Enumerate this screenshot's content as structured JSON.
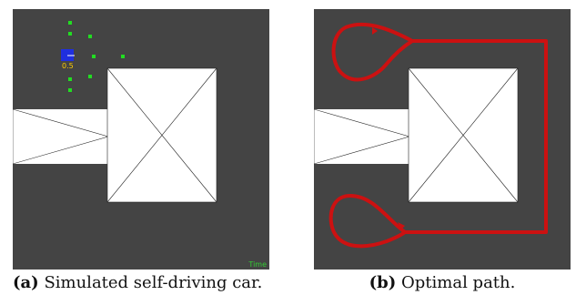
{
  "figure": {
    "panels": [
      {
        "id": "a",
        "caption_tag": "(a)",
        "caption_text": "Simulated self-driving car.",
        "hud": {
          "speed_value": "0.5",
          "time_label": "Time"
        }
      },
      {
        "id": "b",
        "caption_tag": "(b)",
        "caption_text": "Optimal path."
      }
    ]
  },
  "colors": {
    "background_track": "#444444",
    "obstacle": "#ffffff",
    "car": "#1f2fe0",
    "sensor_points": "#22dd22",
    "path": "#cc1111",
    "speed_text": "#ffcc00",
    "time_text": "#33cc33"
  }
}
